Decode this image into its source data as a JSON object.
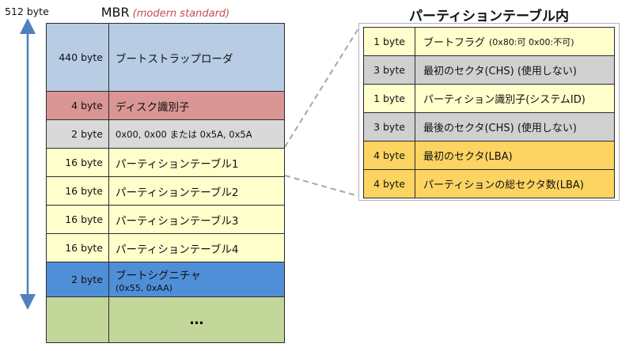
{
  "colors": {
    "arrow": "#4f81bd",
    "connector": "#a6a6a6",
    "mbr_title_accent": "#c0504d",
    "bootstrap": "#b8cce4",
    "disk_id": "#d99694",
    "reserved": "#d9d9d9",
    "partition": "#ffffcc",
    "signature": "#4f8fd8",
    "remainder": "#c4d79b",
    "pt_alt_gray": "#d0d0d0",
    "pt_lba": "#fcd462"
  },
  "labels": {
    "total_size": "512 byte",
    "mbr_title": "MBR",
    "mbr_subtitle": "(modern standard)",
    "pt_title": "パーティションテーブル内"
  },
  "mbr_rows": [
    {
      "size": "440 byte",
      "label": "ブートストラップローダ",
      "color": "#b8cce4"
    },
    {
      "size": "4 byte",
      "label": "ディスク識別子",
      "color": "#d99694"
    },
    {
      "size": "2 byte",
      "label": "0x00, 0x00 または 0x5A, 0x5A",
      "color": "#d9d9d9"
    },
    {
      "size": "16 byte",
      "label": "パーティションテーブル1",
      "color": "#ffffcc"
    },
    {
      "size": "16 byte",
      "label": "パーティションテーブル2",
      "color": "#ffffcc"
    },
    {
      "size": "16 byte",
      "label": "パーティションテーブル3",
      "color": "#ffffcc"
    },
    {
      "size": "16 byte",
      "label": "パーティションテーブル4",
      "color": "#ffffcc"
    },
    {
      "size": "2 byte",
      "label": "ブートシグニチャ",
      "note": "(0x55, 0xAA)",
      "color": "#4f8fd8"
    },
    {
      "size": "",
      "label": "…",
      "color": "#c4d79b"
    }
  ],
  "partition_rows": [
    {
      "size": "1 byte",
      "label": "ブートフラグ",
      "small": "(0x80:可 0x00:不可)",
      "color": "#ffffcc"
    },
    {
      "size": "3 byte",
      "label": "最初のセクタ(CHS) (使用しない)",
      "color": "#d0d0d0"
    },
    {
      "size": "1 byte",
      "label": "パーティション識別子(システムID)",
      "color": "#ffffcc"
    },
    {
      "size": "3 byte",
      "label": "最後のセクタ(CHS) (使用しない)",
      "color": "#d0d0d0"
    },
    {
      "size": "4 byte",
      "label": "最初のセクタ(LBA)",
      "color": "#fcd462"
    },
    {
      "size": "4 byte",
      "label": "パーティションの総セクタ数(LBA)",
      "color": "#fcd462"
    }
  ]
}
